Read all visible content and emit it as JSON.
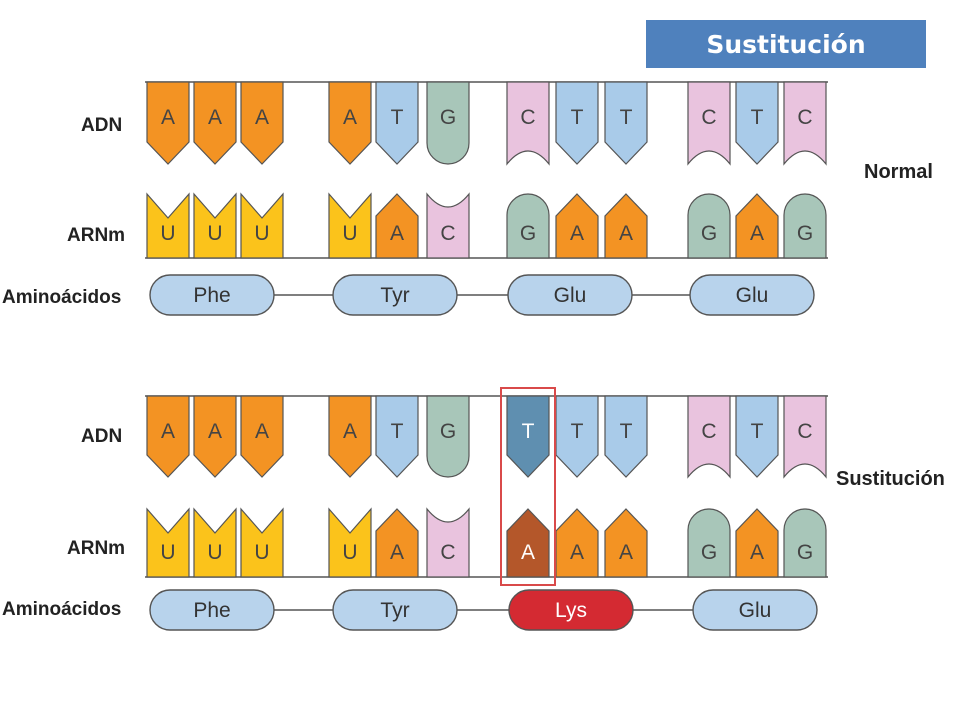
{
  "title": "Sustitución",
  "labels": {
    "dna": "ADN",
    "mrna": "ARNm",
    "amino": "Aminoácidos"
  },
  "panels": [
    {
      "name": "normal",
      "label": "Normal",
      "dna": [
        "A",
        "A",
        "A",
        "A",
        "T",
        "G",
        "C",
        "T",
        "T",
        "C",
        "T",
        "C"
      ],
      "mrna": [
        "U",
        "U",
        "U",
        "U",
        "A",
        "C",
        "G",
        "A",
        "A",
        "G",
        "A",
        "G"
      ],
      "amino": [
        "Phe",
        "Tyr",
        "Glu",
        "Glu"
      ],
      "mutated_index": null,
      "mutated_amino": null
    },
    {
      "name": "substitution",
      "label": "Sustitución",
      "dna": [
        "A",
        "A",
        "A",
        "A",
        "T",
        "G",
        "T",
        "T",
        "T",
        "C",
        "T",
        "C"
      ],
      "mrna": [
        "U",
        "U",
        "U",
        "U",
        "A",
        "C",
        "A",
        "A",
        "A",
        "G",
        "A",
        "G"
      ],
      "amino": [
        "Phe",
        "Tyr",
        "Lys",
        "Glu"
      ],
      "mutated_index": 6,
      "mutated_amino": 2
    }
  ],
  "colors": {
    "A": "#f39323",
    "T": "#a9cbe9",
    "G": "#a8c6b9",
    "C": "#e9c3de",
    "U": "#fbc31b",
    "mutant_dna": "#5f8fb0",
    "mutant_mrna": "#b4572a",
    "amino": "#b8d3ec",
    "amino_mutant": "#d42a32",
    "highlight_box": "#d94a4a"
  }
}
